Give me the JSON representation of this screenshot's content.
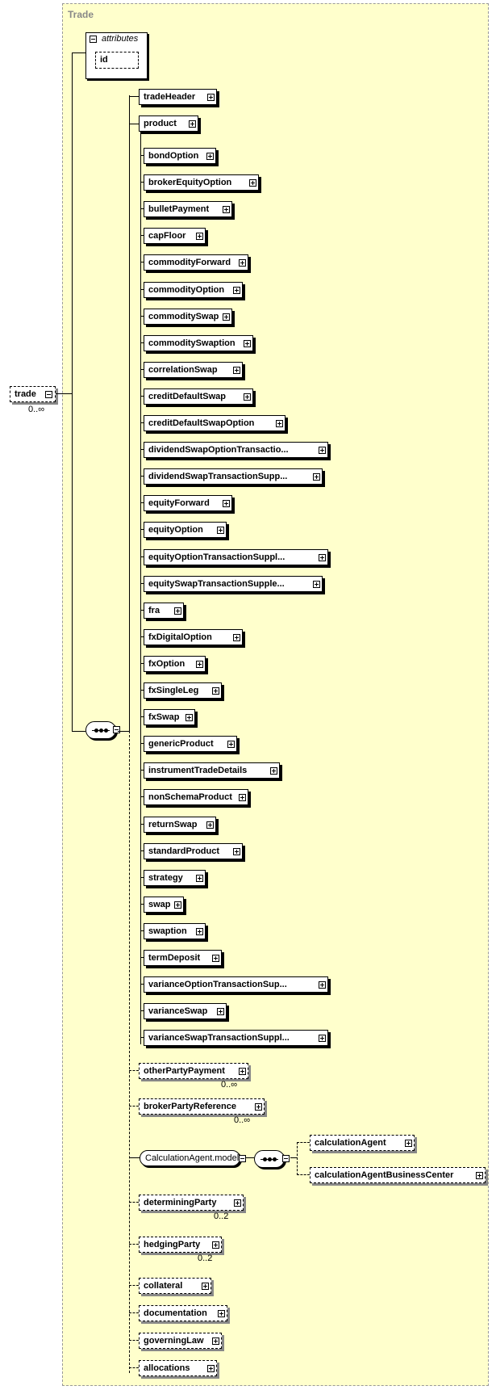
{
  "diagram": {
    "title": "Trade",
    "root": {
      "label": "trade",
      "cardinality": "0..∞"
    },
    "attributes": {
      "heading": "attributes",
      "items": [
        "id"
      ]
    },
    "header_element": "tradeHeader",
    "product": "product",
    "product_substitutes": [
      "bondOption",
      "brokerEquityOption",
      "bulletPayment",
      "capFloor",
      "commodityForward",
      "commodityOption",
      "commoditySwap",
      "commoditySwaption",
      "correlationSwap",
      "creditDefaultSwap",
      "creditDefaultSwapOption",
      "dividendSwapOptionTransactio...",
      "dividendSwapTransactionSupp...",
      "equityForward",
      "equityOption",
      "equityOptionTransactionSuppl...",
      "equitySwapTransactionSupple...",
      "fra",
      "fxDigitalOption",
      "fxOption",
      "fxSingleLeg",
      "fxSwap",
      "genericProduct",
      "instrumentTradeDetails",
      "nonSchemaProduct",
      "returnSwap",
      "standardProduct",
      "strategy",
      "swap",
      "swaption",
      "termDeposit",
      "varianceOptionTransactionSup...",
      "varianceSwap",
      "varianceSwapTransactionSuppl..."
    ],
    "other_party_payment": {
      "label": "otherPartyPayment",
      "cardinality": "0..∞"
    },
    "broker_party_reference": {
      "label": "brokerPartyReference",
      "cardinality": "0..∞"
    },
    "calc_agent_group": {
      "label": "CalculationAgent.model",
      "children": [
        "calculationAgent",
        "calculationAgentBusinessCenter"
      ]
    },
    "determining_party": {
      "label": "determiningParty",
      "cardinality": "0..2"
    },
    "hedging_party": {
      "label": "hedgingParty",
      "cardinality": "0..2"
    },
    "tail_elements": [
      "collateral",
      "documentation",
      "governingLaw",
      "allocations"
    ]
  }
}
